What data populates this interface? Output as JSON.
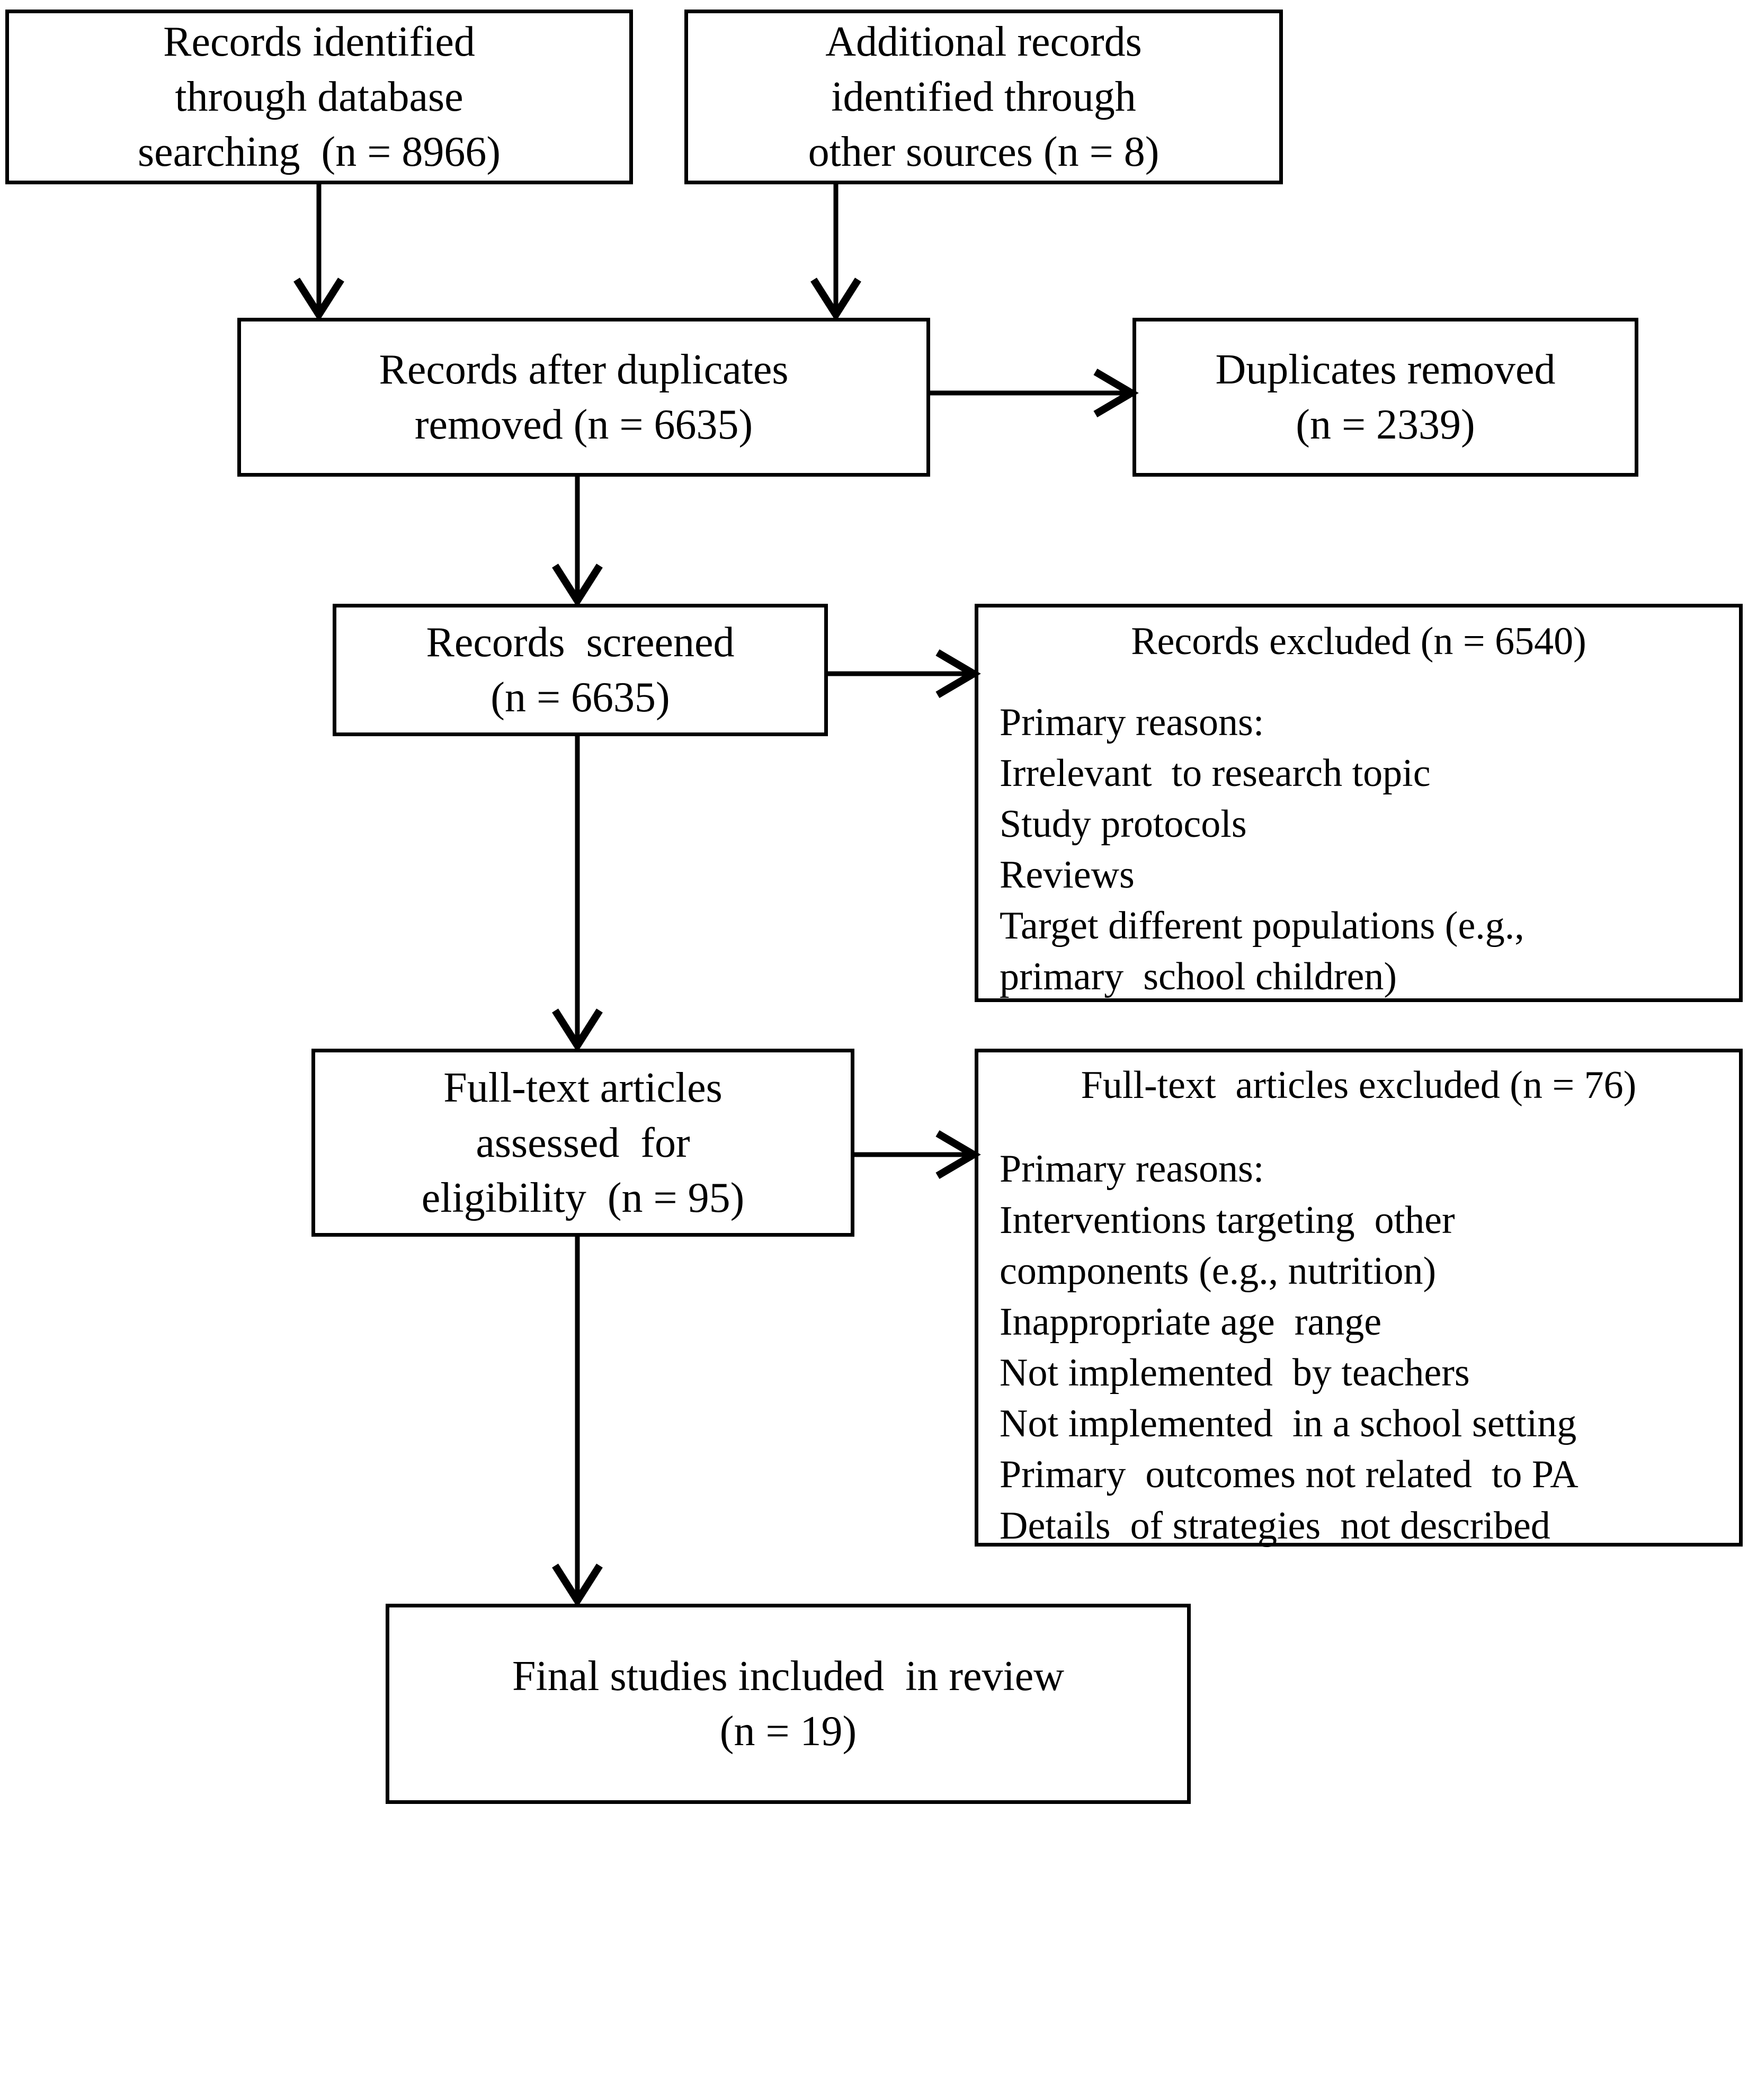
{
  "diagram": {
    "type": "prisma-flow-diagram",
    "title": "PRISMA study selection flow diagram",
    "nodes": {
      "db_search": {
        "name": "Records identified through database searching",
        "lines": [
          "Records identified",
          "through database",
          "searching  (n = 8966)"
        ],
        "n": 8966
      },
      "other_sources": {
        "name": "Additional records identified through other sources",
        "lines": [
          "Additional records",
          "identified through",
          "other sources (n = 8)"
        ],
        "n": 8
      },
      "after_duplicates": {
        "name": "Records after duplicates removed",
        "lines": [
          "Records after duplicates",
          "removed (n = 6635)"
        ],
        "n": 6635
      },
      "duplicates_removed": {
        "name": "Duplicates removed",
        "lines": [
          "Duplicates removed",
          "(n = 2339)"
        ],
        "n": 2339
      },
      "records_screened": {
        "name": "Records screened",
        "lines": [
          "Records  screened",
          "(n = 6635)"
        ],
        "n": 6635
      },
      "records_excluded": {
        "name": "Records excluded",
        "heading": "Records excluded (n = 6540)",
        "n": 6540,
        "reasons_label": "Primary reasons:",
        "reasons": [
          "Irrelevant  to research topic",
          "Study protocols",
          "Reviews",
          "Target different populations (e.g.,",
          "primary  school children)"
        ]
      },
      "fulltext_assessed": {
        "name": "Full-text articles assessed for eligibility",
        "lines": [
          "Full-text articles",
          "assessed  for",
          "eligibility  (n = 95)"
        ],
        "n": 95
      },
      "fulltext_excluded": {
        "name": "Full-text articles excluded",
        "heading": "Full-text  articles excluded (n = 76)",
        "n": 76,
        "reasons_label": "Primary reasons:",
        "reasons": [
          "Interventions targeting  other",
          "components (e.g., nutrition)",
          "Inappropriate age  range",
          "Not implemented  by teachers",
          "Not implemented  in a school setting",
          "Primary  outcomes not related  to PA",
          "Details  of strategies  not described"
        ]
      },
      "final_included": {
        "name": "Final studies included in review",
        "lines": [
          "Final studies included  in review",
          "(n = 19)"
        ],
        "n": 19
      }
    },
    "edges": [
      {
        "from": "db_search",
        "to": "after_duplicates",
        "direction": "down"
      },
      {
        "from": "other_sources",
        "to": "after_duplicates",
        "direction": "down"
      },
      {
        "from": "after_duplicates",
        "to": "duplicates_removed",
        "direction": "right"
      },
      {
        "from": "after_duplicates",
        "to": "records_screened",
        "direction": "down"
      },
      {
        "from": "records_screened",
        "to": "records_excluded",
        "direction": "right"
      },
      {
        "from": "records_screened",
        "to": "fulltext_assessed",
        "direction": "down"
      },
      {
        "from": "fulltext_assessed",
        "to": "fulltext_excluded",
        "direction": "right"
      },
      {
        "from": "fulltext_assessed",
        "to": "final_included",
        "direction": "down"
      }
    ],
    "colors": {
      "stroke": "#000000",
      "fill": "#ffffff",
      "text": "#000000"
    }
  }
}
